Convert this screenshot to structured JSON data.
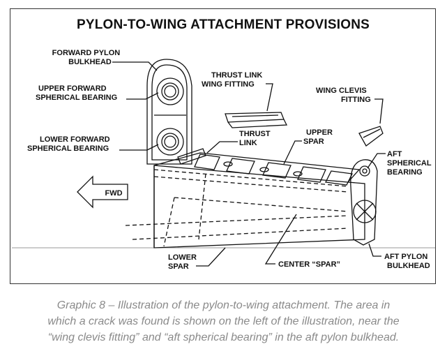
{
  "figure": {
    "title": "PYLON-TO-WING ATTACHMENT PROVISIONS",
    "labels": {
      "forward_pylon_bulkhead": [
        "FORWARD PYLON",
        "BULKHEAD"
      ],
      "upper_forward_spherical_bearing": [
        "UPPER FORWARD",
        "SPHERICAL BEARING"
      ],
      "lower_forward_spherical_bearing": [
        "LOWER FORWARD",
        "SPHERICAL BEARING"
      ],
      "thrust_link_wing_fitting": [
        "THRUST LINK",
        "WING FITTING"
      ],
      "thrust_link": [
        "THRUST",
        "LINK"
      ],
      "upper_spar": [
        "UPPER",
        "SPAR"
      ],
      "wing_clevis_fitting": [
        "WING CLEVIS",
        "FITTING"
      ],
      "aft_spherical_bearing": [
        "AFT",
        "SPHERICAL",
        "BEARING"
      ],
      "fwd_arrow": "FWD",
      "lower_spar": [
        "LOWER",
        "SPAR"
      ],
      "center_spar": "CENTER “SPAR”",
      "aft_pylon_bulkhead": [
        "AFT PYLON",
        "BULKHEAD"
      ]
    }
  },
  "caption": [
    "Graphic 8 – Illustration of the pylon-to-wing attachment. The area in",
    "which a crack was found is shown on the left of the illustration, near the",
    "“wing clevis fitting” and “aft spherical bearing” in the aft pylon bulkhead."
  ]
}
